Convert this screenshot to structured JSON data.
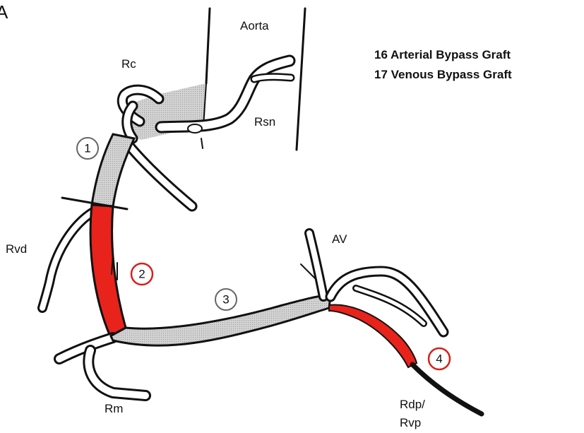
{
  "corner_letter": "A",
  "legend": {
    "line1": "16 Arterial Bypass Graft",
    "line2": "17 Venous Bypass Graft"
  },
  "labels": {
    "aorta": "Aorta",
    "rc": "Rc",
    "rsn": "Rsn",
    "rvd": "Rvd",
    "av": "AV",
    "rm": "Rm",
    "rdp_line1": "Rdp/",
    "rdp_line2": "Rvp"
  },
  "segments": [
    {
      "number": "1",
      "highlight": false
    },
    {
      "number": "2",
      "highlight": true
    },
    {
      "number": "3",
      "highlight": false
    },
    {
      "number": "4",
      "highlight": true
    }
  ],
  "colors": {
    "stenosis_red": "#e8231b",
    "vessel_gray": "#c8c8c8",
    "outline": "#111111",
    "circle_highlight": "#d6201a",
    "circle_normal": "#666666"
  }
}
